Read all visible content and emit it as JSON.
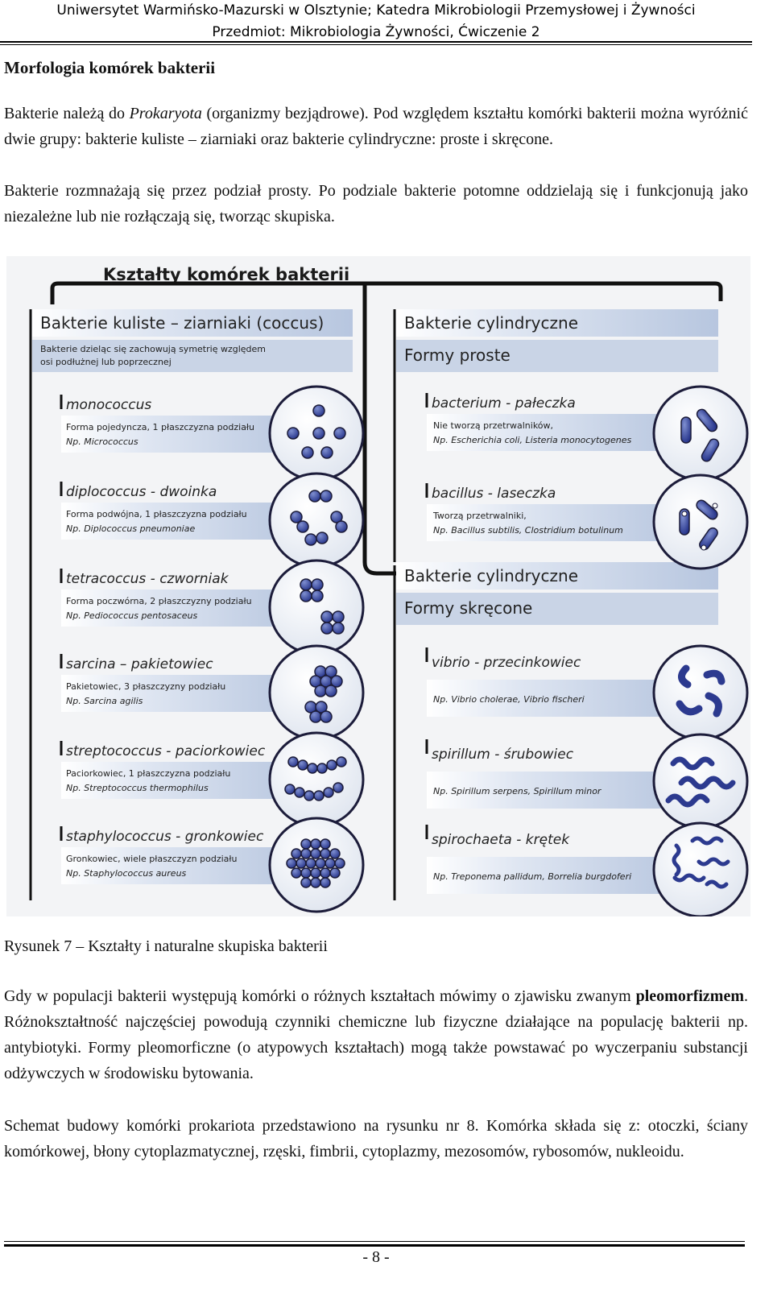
{
  "header": {
    "line1": "Uniwersytet Warmińsko-Mazurski w Olsztynie; Katedra Mikrobiologii Przemysłowej i Żywności",
    "line2": "Przedmiot: Mikrobiologia Żywności, Ćwiczenie 2"
  },
  "title": "Morfologia komórek bakterii",
  "intro": {
    "p1a": "Bakterie należą do ",
    "p1b": "Prokaryota",
    "p1c": " (organizmy bezjądrowe). Pod względem kształtu komórki bakterii można wyróżnić dwie grupy: bakterie kuliste – ziarniaki oraz bakterie cylindryczne: proste i skręcone.",
    "p2": "Bakterie rozmnażają się przez podział prosty. Po podziale bakterie potomne oddzielają się i funkcjonują jako niezależne lub nie rozłączają się, tworząc skupiska."
  },
  "figure": {
    "title": "Kształty komórek bakterii",
    "left_header": "Bakterie kuliste – ziarniaki (coccus)",
    "left_sub1": "Bakterie dzieląc się zachowują symetrię względem",
    "left_sub2": "osi podłużnej lub poprzecznej",
    "right_header1": "Bakterie cylindryczne",
    "right_sub1": "Formy proste",
    "right_header2": "Bakterie cylindryczne",
    "right_sub2": "Formy skręcone",
    "left_items": [
      {
        "name": "monococcus",
        "d1": "Forma pojedyncza, 1 płaszczyzna podziału",
        "d2": "Np. Micrococcus"
      },
      {
        "name": "diplococcus - dwoinka",
        "d1": "Forma podwójna, 1 płaszczyzna podziału",
        "d2": "Np. Diplococcus pneumoniae"
      },
      {
        "name": "tetracoccus - czworniak",
        "d1": "Forma poczwórna, 2 płaszczyzny podziału",
        "d2": "Np. Pediococcus pentosaceus"
      },
      {
        "name": "sarcina – pakietowiec",
        "d1": "Pakietowiec, 3 płaszczyzny podziału",
        "d2": "Np. Sarcina agilis"
      },
      {
        "name": "streptococcus - paciorkowiec",
        "d1": "Paciorkowiec, 1 płaszczyzna podziału",
        "d2": "Np. Streptococcus thermophilus"
      },
      {
        "name": "staphylococcus - gronkowiec",
        "d1": "Gronkowiec, wiele płaszczyzn podziału",
        "d2": "Np. Staphylococcus aureus"
      }
    ],
    "right_items_straight": [
      {
        "name": "bacterium - pałeczka",
        "d1": "Nie tworzą przetrwalników,",
        "d2": "Np. Escherichia coli, Listeria monocytogenes"
      },
      {
        "name": "bacillus - laseczka",
        "d1": "Tworzą przetrwalniki,",
        "d2": "Np. Bacillus subtilis, Clostridium botulinum"
      }
    ],
    "right_items_curved": [
      {
        "name": "vibrio - przecinkowiec",
        "d1": "",
        "d2": "Np. Vibrio cholerae, Vibrio fischeri"
      },
      {
        "name": "spirillum - śrubowiec",
        "d1": "",
        "d2": "Np. Spirillum serpens, Spirillum minor"
      },
      {
        "name": "spirochaeta - krętek",
        "d1": "",
        "d2": "Np. Treponema pallidum, Borrelia burgdoferi"
      }
    ]
  },
  "caption": "Rysunek 7 – Kształty i naturalne skupiska bakterii",
  "p3": {
    "a": "Gdy w populacji bakterii występują komórki o różnych kształtach mówimy o zjawisku zwanym ",
    "b": "pleomorfizmem",
    "c": ". Różnokształtność najczęściej powodują czynniki chemiczne lub fizyczne działające na populację bakterii np. antybiotyki. Formy pleomorficzne (o atypowych kształtach) mogą także powstawać po wyczerpaniu substancji odżywczych w środowisku bytowania."
  },
  "p4": "Schemat budowy komórki prokariota przedstawiono na rysunku nr 8. Komórka składa się z: otoczki, ściany komórkowej, błony cytoplazmatycznej, rzęski, fimbrii, cytoplazmy, mezosomów, rybosomów, nukleoidu.",
  "page_number": "- 8 -"
}
